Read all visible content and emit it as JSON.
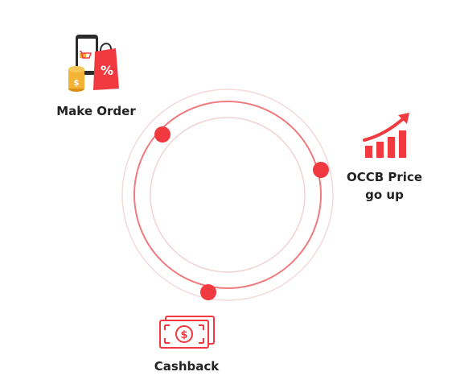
{
  "steps": [
    {
      "label": "Make Order",
      "icon": "shopping-order-icon"
    },
    {
      "label": "OCCB Price\ngo up",
      "icon": "rising-chart-icon"
    },
    {
      "label": "Cashback",
      "icon": "cashback-money-icon"
    }
  ],
  "colors": {
    "accent": "#f03a3f",
    "ring_outer": "#f4d9d9",
    "ring_inner": "#f2d3d3",
    "text": "#222222",
    "coin": "#f5b335"
  }
}
